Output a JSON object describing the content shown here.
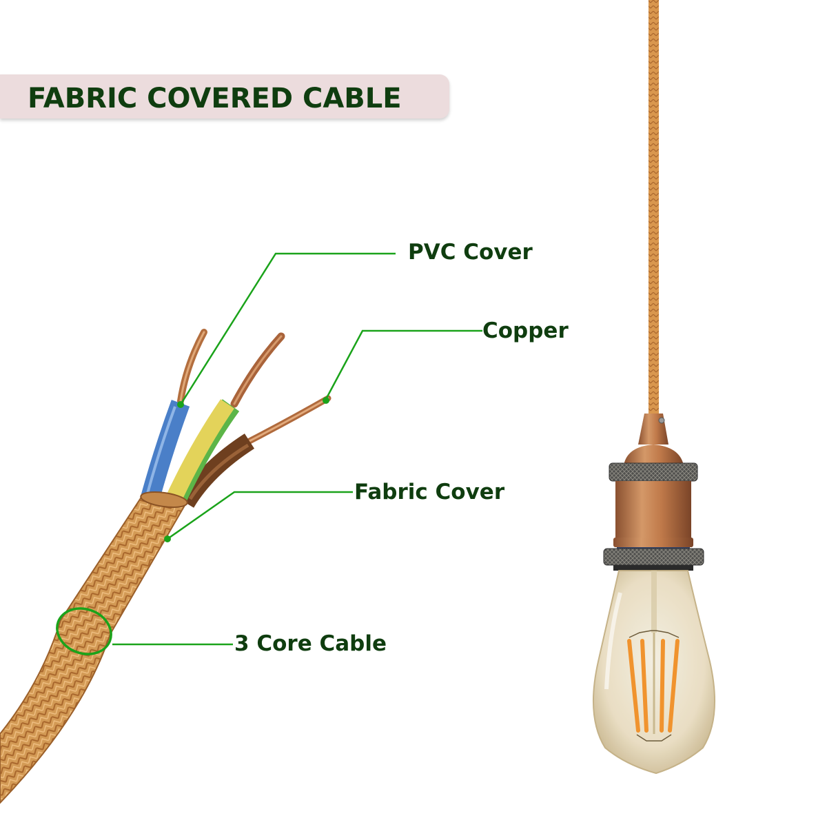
{
  "title": "FABRIC COVERED CABLE",
  "callouts": [
    {
      "id": "pvc-cover",
      "label": "PVC Cover"
    },
    {
      "id": "copper",
      "label": "Copper"
    },
    {
      "id": "fabric-cover",
      "label": "Fabric Cover"
    },
    {
      "id": "3-core-cable",
      "label": "3 Core Cable"
    }
  ],
  "colors": {
    "title_text": "#0f3d0f",
    "banner_bg": "#ecdcdd",
    "callout_line": "#1aa31a",
    "fabric": "#d39a55",
    "copper": "#c07a45",
    "wire_blue": "#4a7fc8",
    "wire_yellow": "#e3d35a",
    "wire_green": "#5cb548",
    "wire_brown": "#7a4a26",
    "lampholder": "#b87a4a",
    "knurl_ring": "#4d5052",
    "filament": "#f0932e"
  },
  "illustrations": [
    {
      "id": "cable-cutaway",
      "description": "Braided fabric cable with blue, yellow-green and brown cores exposing copper strands"
    },
    {
      "id": "pendant-lamp",
      "description": "Copper lamp holder with knurled rings and vintage LED filament bulb hanging from fabric cord"
    }
  ]
}
